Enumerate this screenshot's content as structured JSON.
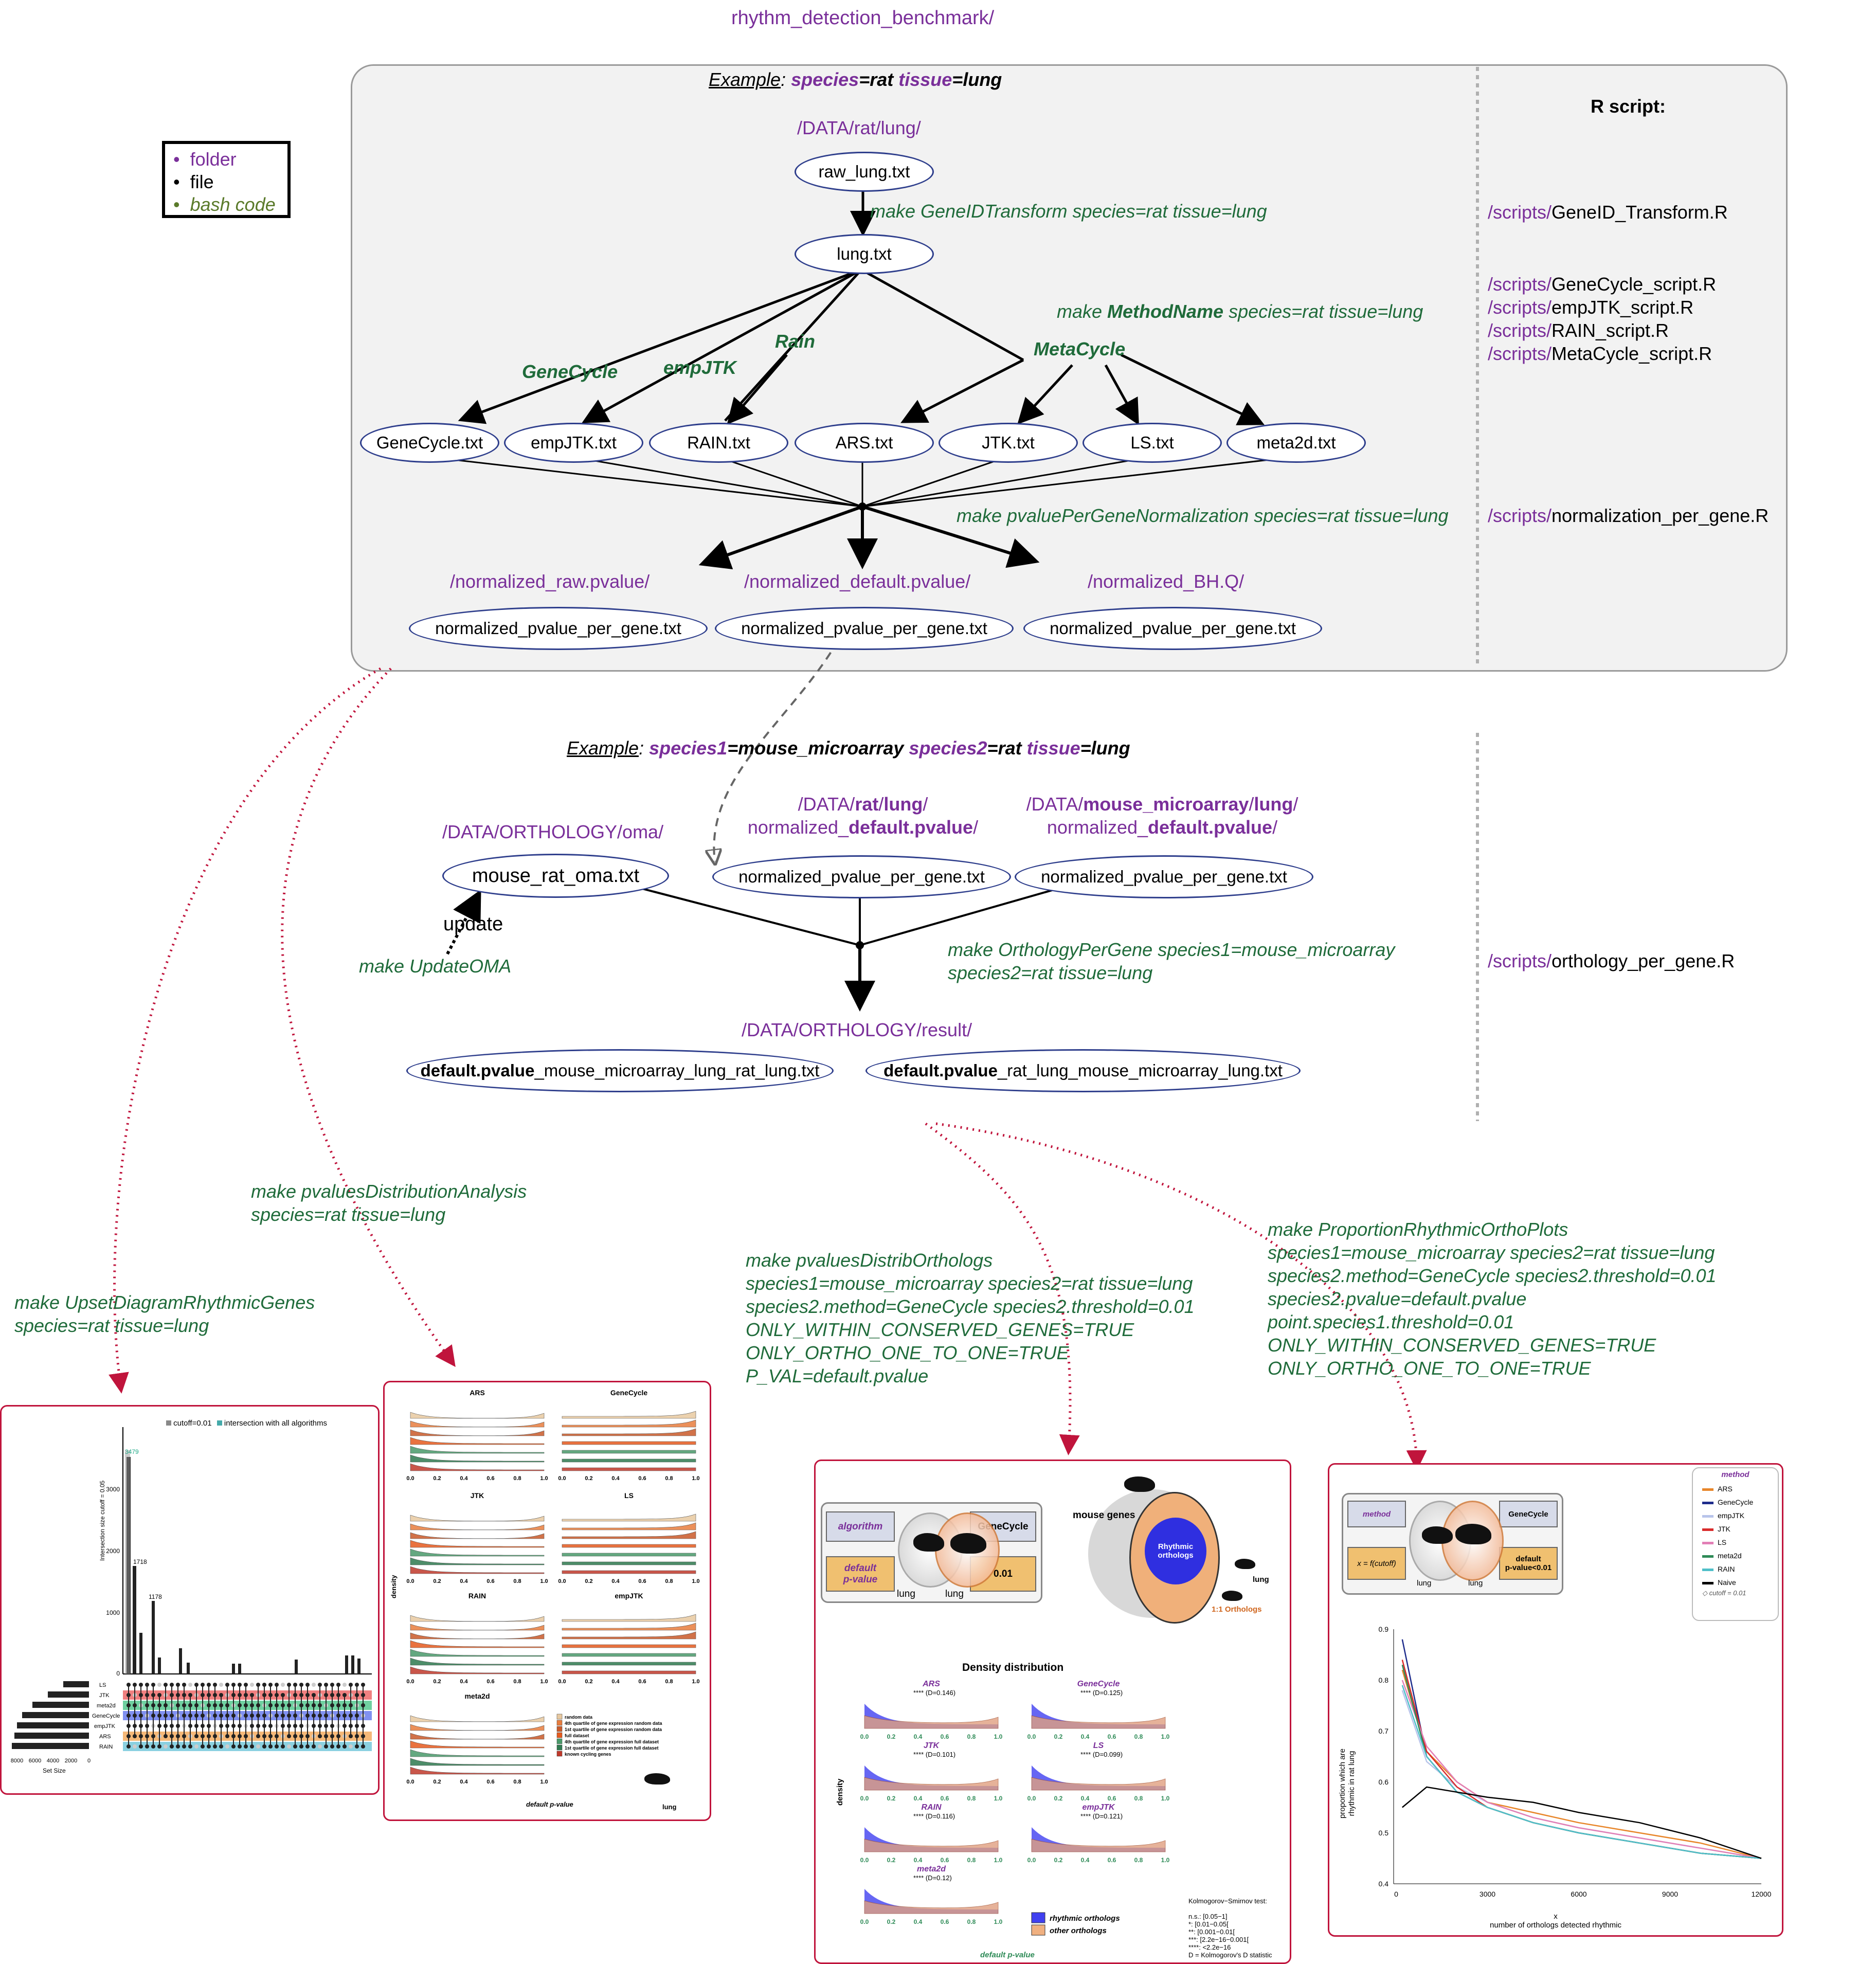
{
  "root_folder": "rhythm_detection_benchmark/",
  "legend": {
    "folder": "folder",
    "file": "file",
    "bash": "bash code"
  },
  "panel1": {
    "example_label": "Example",
    "species_key": "species",
    "species_val": "=rat",
    "tissue_key": "tissue",
    "tissue_val": "=lung",
    "data_folder": "/DATA/rat/lung/",
    "raw_file": "raw_lung.txt",
    "cmd_geneid": "make GeneIDTransform species=rat tissue=lung",
    "lung_file": "lung.txt",
    "cmd_method_pre": "make ",
    "cmd_method_name": "MethodName",
    "cmd_method_post": " species=rat tissue=lung",
    "methods": [
      "GeneCycle",
      "empJTK",
      "Rain",
      "MetaCycle"
    ],
    "outputs": [
      "GeneCycle.txt",
      "empJTK.txt",
      "RAIN.txt",
      "ARS.txt",
      "JTK.txt",
      "LS.txt",
      "meta2d.txt"
    ],
    "cmd_norm": "make pvaluePerGeneNormalization species=rat tissue=lung",
    "norm_folders": [
      "/normalized_raw.pvalue/",
      "/normalized_default.pvalue/",
      "/normalized_BH.Q/"
    ],
    "norm_file": "normalized_pvalue_per_gene.txt",
    "rscript_title": "R script:",
    "scripts_prefix": "/scripts/",
    "scripts": [
      "GeneID_Transform.R",
      "GeneCycle_script.R",
      "empJTK_script.R",
      "RAIN_script.R",
      "MetaCycle_script.R",
      "normalization_per_gene.R"
    ]
  },
  "panel2": {
    "example_label": "Example",
    "s1_key": "species1",
    "s1_val": "=mouse_microarray",
    "s2_key": "species2",
    "s2_val": "=rat",
    "tissue_key": "tissue",
    "tissue_val": "=lung",
    "oma_folder": "/DATA/ORTHOLOGY/oma/",
    "oma_file": "mouse_rat_oma.txt",
    "update_label": "update",
    "cmd_update": "make UpdateOMA",
    "rat_folder_a": "/DATA/",
    "rat_folder_b": "rat",
    "rat_folder_c": "/",
    "rat_folder_d": "lung",
    "rat_folder_e": "/",
    "rat_norm_a": "normalized_",
    "rat_norm_b": "default.pvalue",
    "rat_norm_c": "/",
    "mouse_folder_a": "/DATA/",
    "mouse_folder_b": "mouse_microarray",
    "mouse_folder_c": "/",
    "mouse_folder_d": "lung",
    "mouse_folder_e": "/",
    "mouse_norm_a": "normalized_",
    "mouse_norm_b": "default.pvalue",
    "mouse_norm_c": "/",
    "norm_file": "normalized_pvalue_per_gene.txt",
    "cmd_ortho_1": "make OrthologyPerGene species1=mouse_microarray",
    "cmd_ortho_2": "species2=rat tissue=lung",
    "result_folder": "/DATA/ORTHOLOGY/result/",
    "result1_bold": "default.pvalue",
    "result1_rest": "_mouse_microarray_lung_rat_lung.txt",
    "result2_bold": "default.pvalue",
    "result2_rest": "_rat_lung_mouse_microarray_lung.txt",
    "script": "orthology_per_gene.R"
  },
  "commands": {
    "upset": [
      "make UpsetDiagramRhythmicGenes",
      "species=rat tissue=lung"
    ],
    "pdist": [
      "make pvaluesDistributionAnalysis",
      "species=rat tissue=lung"
    ],
    "portho": [
      "make pvaluesDistribOrthologs",
      "species1=mouse_microarray species2=rat tissue=lung",
      "species2.method=GeneCycle species2.threshold=0.01",
      "ONLY_WITHIN_CONSERVED_GENES=TRUE",
      "ONLY_ORTHO_ONE_TO_ONE=TRUE",
      "P_VAL=default.pvalue"
    ],
    "prop": [
      "make ProportionRhythmicOrthoPlots",
      "species1=mouse_microarray species2=rat tissue=lung",
      "species2.method=GeneCycle species2.threshold=0.01",
      "species2.pvalue=default.pvalue",
      "point.species1.threshold=0.01",
      "ONLY_WITHIN_CONSERVED_GENES=TRUE",
      "ONLY_ORTHO_ONE_TO_ONE=TRUE"
    ]
  },
  "fig_upset": {
    "legend": [
      "cutoff=0.01",
      "intersection with all algorithms"
    ],
    "ylabel": "Intersection size\ncutoff = 0.05",
    "xlabel": "Set Size",
    "sets": [
      "LS",
      "JTK",
      "meta2d",
      "GeneCycle",
      "empJTK",
      "ARS",
      "RAIN"
    ],
    "set_ticks": [
      "8000",
      "6000",
      "4000",
      "2000",
      "0"
    ],
    "y_ticks": [
      "0",
      "1000",
      "2000",
      "3000"
    ],
    "bar_labels": [
      "3479",
      "1718",
      "1178"
    ]
  },
  "fig_density": {
    "panels": [
      "ARS",
      "GeneCycle",
      "JTK",
      "LS",
      "RAIN",
      "empJTK",
      "meta2d"
    ],
    "x_ticks": [
      "0.0",
      "0.2",
      "0.4",
      "0.6",
      "0.8",
      "1.0"
    ],
    "ylabel": "density",
    "xlabel": "default p-value",
    "legend": [
      "random data",
      "4th quartile of gene expression random data",
      "1st quartile of gene expression random data",
      "full dataset",
      "4th quartile of gene expression full dataset",
      "1st quartile of gene expression full dataset",
      "known cycling genes"
    ],
    "legend_colors": [
      "#e8c9a0",
      "#e87d3e",
      "#c95a2a",
      "#e65a1e",
      "#4a9a6a",
      "#2f7a50",
      "#c0392b"
    ],
    "tissue": "lung"
  },
  "fig_ortho": {
    "algorithm": "algorithm",
    "method": "GeneCycle",
    "default_pvalue": "default\np-value",
    "threshold": "0.01",
    "lung": "lung",
    "mouse_genes": "mouse genes",
    "rhythmic_orthologs": "Rhythmic\northologs",
    "one_to_one": "1:1 Orthologs",
    "title": "Density distribution",
    "panels": [
      {
        "name": "ARS",
        "stat": "**** (D=0.146)"
      },
      {
        "name": "GeneCycle",
        "stat": "**** (D=0.125)"
      },
      {
        "name": "JTK",
        "stat": "**** (D=0.101)"
      },
      {
        "name": "LS",
        "stat": "**** (D=0.099)"
      },
      {
        "name": "RAIN",
        "stat": "**** (D=0.116)"
      },
      {
        "name": "empJTK",
        "stat": "**** (D=0.121)"
      },
      {
        "name": "meta2d",
        "stat": "**** (D=0.12)"
      }
    ],
    "x_ticks": [
      "0.0",
      "0.2",
      "0.4",
      "0.6",
      "0.8",
      "1.0"
    ],
    "ylabel": "density",
    "xlabel": "default p-value",
    "legend": [
      "rhythmic orthologs",
      "other orthologs"
    ],
    "ks_title": "Kolmogorov−Smirnov test:",
    "ks_lines": [
      "n.s.:  [0.05−1]",
      "*:  [0.01−0.05[",
      "**:  [0.001−0.01[",
      "***:  [2.2e−16−0.001[",
      "****:  <2.2e−16",
      "D = Kolmogorov's D statistic"
    ]
  },
  "fig_prop": {
    "method": "method",
    "gene": "GeneCycle",
    "x_cutoff": "x = f(cutoff)",
    "default_pvalue": "default\np-value<0.01",
    "lung": "lung",
    "legend_title": "method",
    "legend": [
      "ARS",
      "GeneCycle",
      "empJTK",
      "JTK",
      "LS",
      "meta2d",
      "RAIN",
      "Naive"
    ],
    "legend_colors": [
      "#e8862a",
      "#1f2d8c",
      "#b8c4ea",
      "#d92b2b",
      "#e27fb6",
      "#2e8b57",
      "#4fbfc9",
      "#000000"
    ],
    "cutoff_label": "cutoff = 0.01",
    "ylabel": "proportion which are\nrhythmic in rat lung",
    "xlabel": "number of orthologs detected rhythmic",
    "x_axis_symbol": "x",
    "x_ticks": [
      "0",
      "3000",
      "6000",
      "9000",
      "12000"
    ],
    "y_ticks": [
      "0.4",
      "0.5",
      "0.6",
      "0.7",
      "0.8",
      "0.9"
    ]
  },
  "chart_data": {
    "type": "line",
    "xlabel": "number of orthologs detected rhythmic",
    "ylabel": "proportion which are rhythmic in rat lung",
    "xlim": [
      0,
      12000
    ],
    "ylim": [
      0.4,
      0.9
    ],
    "series": [
      {
        "name": "ARS",
        "x": [
          200,
          1000,
          2000,
          3000,
          4500,
          6000,
          8000,
          10000,
          12000
        ],
        "y": [
          0.82,
          0.66,
          0.6,
          0.56,
          0.54,
          0.52,
          0.5,
          0.48,
          0.45
        ]
      },
      {
        "name": "GeneCycle",
        "x": [
          200,
          1000,
          2000,
          3000,
          4500,
          6000,
          8000,
          10000,
          12000
        ],
        "y": [
          0.88,
          0.65,
          0.58,
          0.55,
          0.52,
          0.5,
          0.48,
          0.46,
          0.45
        ]
      },
      {
        "name": "empJTK",
        "x": [
          200,
          1000,
          2000,
          3000,
          4500,
          6000,
          8000,
          10000,
          12000
        ],
        "y": [
          0.78,
          0.64,
          0.59,
          0.56,
          0.53,
          0.51,
          0.49,
          0.47,
          0.45
        ]
      },
      {
        "name": "JTK",
        "x": [
          200,
          1000,
          2000,
          3000,
          4500,
          6000,
          8000,
          10000,
          12000
        ],
        "y": [
          0.84,
          0.66,
          0.59,
          0.55,
          0.52,
          0.5,
          0.48,
          0.46,
          0.45
        ]
      },
      {
        "name": "LS",
        "x": [
          200,
          1000,
          2000,
          3000,
          4500,
          6000,
          8000,
          10000,
          12000
        ],
        "y": [
          0.8,
          0.67,
          0.6,
          0.56,
          0.53,
          0.51,
          0.49,
          0.47,
          0.45
        ]
      },
      {
        "name": "meta2d",
        "x": [
          200,
          1000,
          2000,
          3000,
          4500,
          6000,
          8000,
          10000,
          12000
        ],
        "y": [
          0.83,
          0.65,
          0.58,
          0.55,
          0.52,
          0.5,
          0.48,
          0.46,
          0.45
        ]
      },
      {
        "name": "RAIN",
        "x": [
          200,
          1000,
          2000,
          3000,
          4500,
          6000,
          8000,
          10000,
          12000
        ],
        "y": [
          0.79,
          0.65,
          0.58,
          0.55,
          0.52,
          0.5,
          0.48,
          0.46,
          0.45
        ]
      },
      {
        "name": "Naive",
        "x": [
          200,
          1000,
          2000,
          3000,
          4500,
          6000,
          8000,
          10000,
          12000
        ],
        "y": [
          0.55,
          0.59,
          0.58,
          0.57,
          0.56,
          0.54,
          0.52,
          0.49,
          0.45
        ]
      }
    ]
  }
}
